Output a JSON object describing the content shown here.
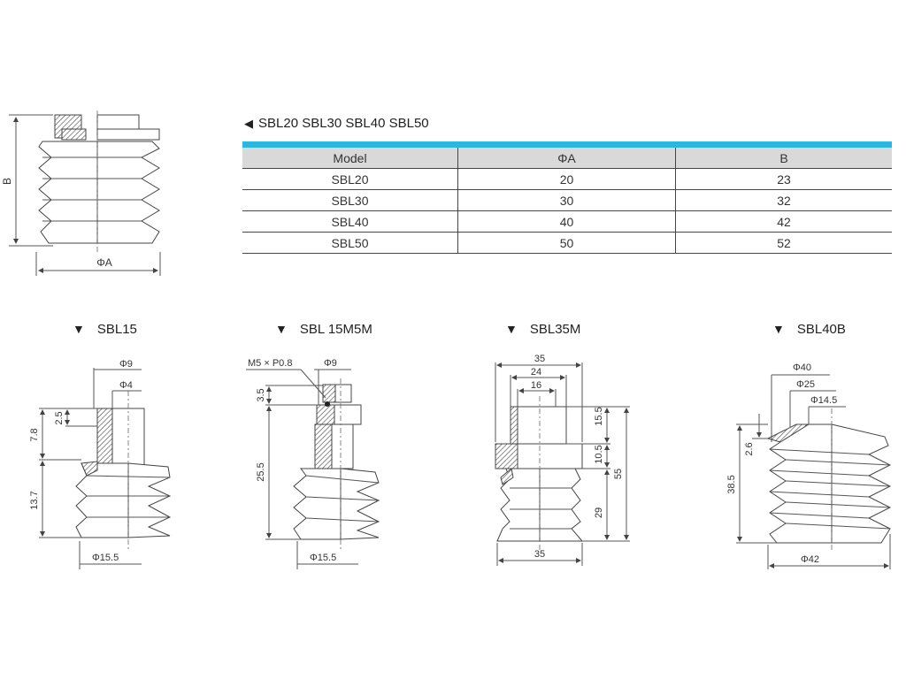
{
  "spec_table": {
    "title": "SBL20  SBL30  SBL40  SBL50",
    "headers": [
      "Model",
      "ΦA",
      "B"
    ],
    "rows": [
      [
        "SBL20",
        "20",
        "23"
      ],
      [
        "SBL30",
        "30",
        "32"
      ],
      [
        "SBL40",
        "40",
        "42"
      ],
      [
        "SBL50",
        "50",
        "52"
      ]
    ],
    "accent_color": "#29b6e1"
  },
  "generic_drawing": {
    "dim_height": "B",
    "dim_diameter": "ΦA"
  },
  "sbl15": {
    "title": "SBL15",
    "dims": {
      "d_outer": "Φ9",
      "d_inner": "Φ4",
      "h_top": "2.5",
      "h_neck": "7.8",
      "h_bellows": "13.7",
      "d_base": "Φ15.5"
    }
  },
  "sbl15m5m": {
    "title": "SBL 15M5M",
    "dims": {
      "thread": "M5 × P0.8",
      "d_outer": "Φ9",
      "h_top": "3.5",
      "h_body": "25.5",
      "d_base": "Φ15.5"
    }
  },
  "sbl35m": {
    "title": "SBL35M",
    "dims": {
      "w_outer": "35",
      "w_mid": "24",
      "w_inner": "16",
      "h_top": "15.5",
      "h_neck": "10.5",
      "h_total": "55",
      "h_bellows": "29",
      "w_base": "35"
    }
  },
  "sbl40b": {
    "title": "SBL40B",
    "dims": {
      "d_outer": "Φ40",
      "d_mid": "Φ25",
      "d_inner": "Φ14.5",
      "h_lip": "2.6",
      "h_total": "38.5",
      "d_base": "Φ42"
    }
  }
}
